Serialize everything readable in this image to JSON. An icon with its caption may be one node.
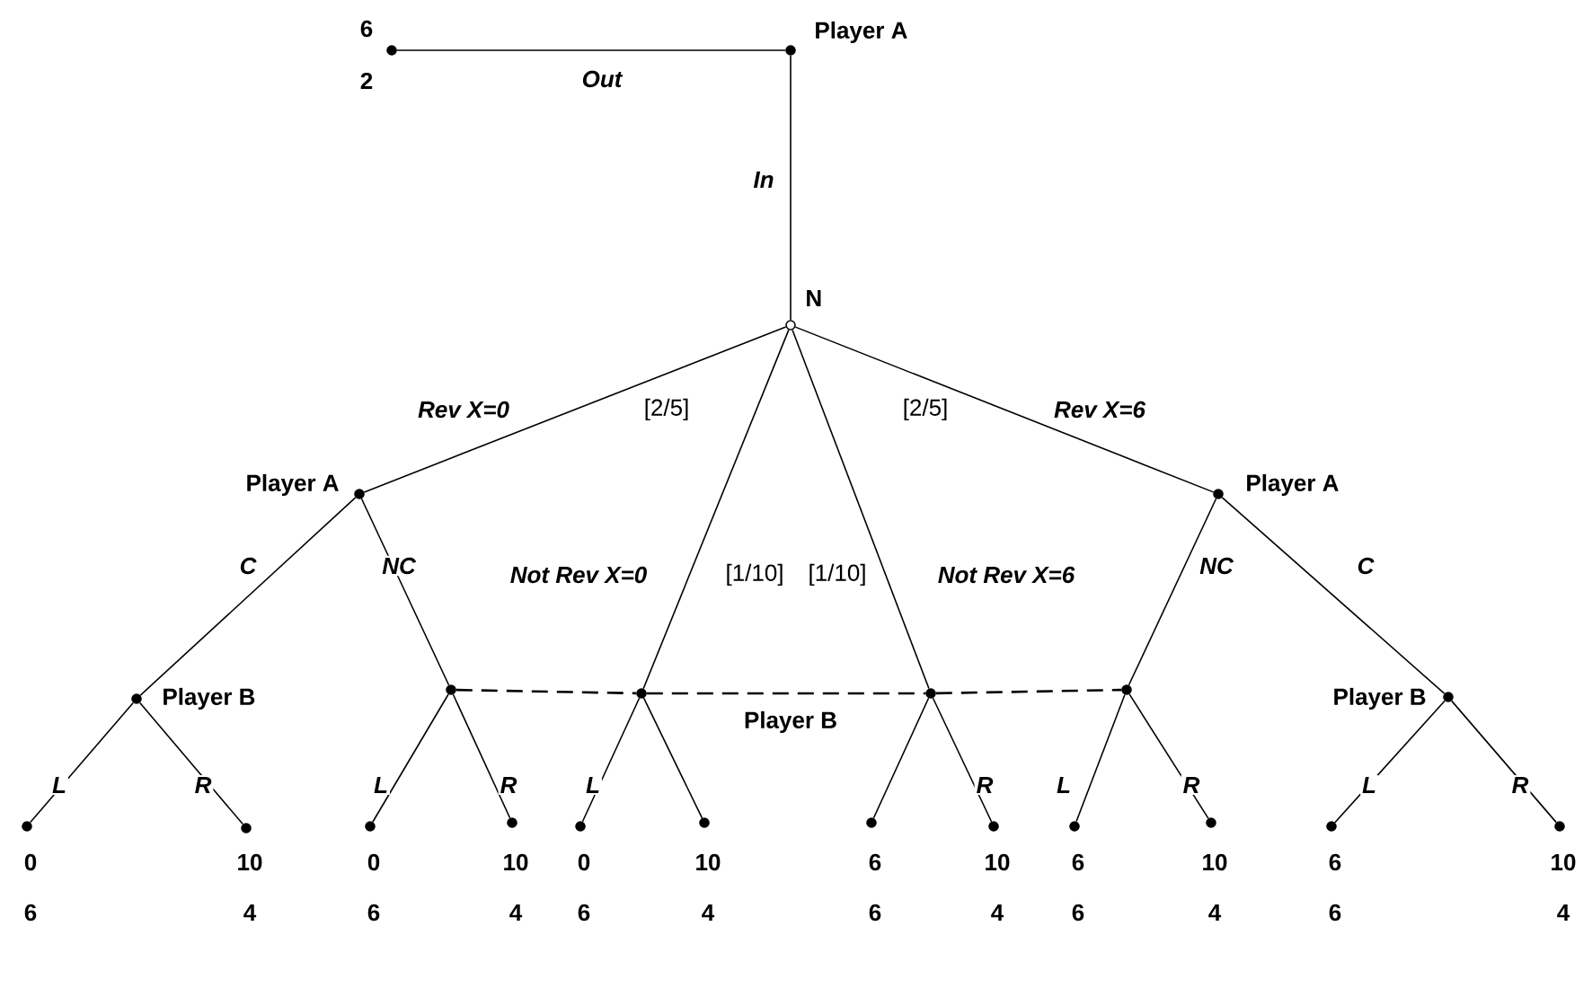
{
  "diagram": {
    "nodes": [
      {
        "text": [
          "Player A"
        ]
      },
      {
        "text": [
          "6",
          "2"
        ]
      },
      {
        "text": [
          "N"
        ]
      },
      {
        "text": [
          "Player A"
        ]
      },
      {
        "text": [
          "Player A"
        ]
      },
      {
        "text": [
          "Player B"
        ]
      },
      {
        "text": [],
        "shape": "circle"
      },
      {
        "text": [],
        "shape": "circle"
      },
      {
        "text": [],
        "shape": "circle"
      },
      {
        "text": [],
        "shape": "circle"
      },
      {
        "text": [
          "Player B"
        ]
      },
      {
        "text": [
          "0",
          "6"
        ]
      },
      {
        "text": [
          "10",
          "4"
        ]
      },
      {
        "text": [
          "0",
          "6"
        ]
      },
      {
        "text": [
          "10",
          "4"
        ]
      },
      {
        "text": [
          "0",
          "6"
        ]
      },
      {
        "text": [
          "10",
          "4"
        ]
      },
      {
        "text": [
          "6",
          "6"
        ]
      },
      {
        "text": [
          "10",
          "4"
        ]
      },
      {
        "text": [
          "6",
          "6"
        ]
      },
      {
        "text": [
          "10",
          "4"
        ]
      },
      {
        "text": [
          "6",
          "6"
        ]
      },
      {
        "text": [
          "10",
          "4"
        ]
      }
    ],
    "edges": [
      {
        "from": 0,
        "to": 1,
        "arrow": "none",
        "label": "Out"
      },
      {
        "from": 0,
        "to": 2,
        "arrow": "none",
        "label": "In"
      },
      {
        "from": 2,
        "to": 3,
        "arrow": "none",
        "label": "Rev X=0"
      },
      {
        "from": 2,
        "to": 7,
        "arrow": "none",
        "label": "Not Rev X=0"
      },
      {
        "from": 2,
        "to": 8,
        "arrow": "none",
        "label": "Not Rev X=6"
      },
      {
        "from": 2,
        "to": 4,
        "arrow": "none",
        "label": "Rev X=6"
      },
      {
        "from": 3,
        "to": 5,
        "arrow": "none",
        "label": "C"
      },
      {
        "from": 3,
        "to": 6,
        "arrow": "none",
        "label": "NC"
      },
      {
        "from": 4,
        "to": 9,
        "arrow": "none",
        "label": "NC"
      },
      {
        "from": 4,
        "to": 10,
        "arrow": "none",
        "label": "C"
      },
      {
        "from": 5,
        "to": 11,
        "arrow": "none",
        "label": "L"
      },
      {
        "from": 5,
        "to": 12,
        "arrow": "none",
        "label": "R"
      },
      {
        "from": 6,
        "to": 13,
        "arrow": "none",
        "label": "L"
      },
      {
        "from": 6,
        "to": 14,
        "arrow": "none",
        "label": "R"
      },
      {
        "from": 7,
        "to": 15,
        "arrow": "none",
        "label": "L"
      },
      {
        "from": 7,
        "to": 16,
        "arrow": "none"
      },
      {
        "from": 8,
        "to": 17,
        "arrow": "none"
      },
      {
        "from": 8,
        "to": 18,
        "arrow": "none",
        "label": "R"
      },
      {
        "from": 9,
        "to": 19,
        "arrow": "none",
        "label": "L"
      },
      {
        "from": 9,
        "to": 20,
        "arrow": "none",
        "label": "R"
      },
      {
        "from": 10,
        "to": 21,
        "arrow": "none",
        "label": "L"
      },
      {
        "from": 10,
        "to": 22,
        "arrow": "none",
        "label": "R"
      },
      {
        "from": 6,
        "to": 7,
        "arrow": "none",
        "style": "dashed"
      },
      {
        "from": 7,
        "to": 8,
        "arrow": "none",
        "style": "dashed"
      },
      {
        "from": 8,
        "to": 9,
        "arrow": "none",
        "style": "dashed"
      }
    ],
    "labels": [
      "[2/5]",
      "[2/5]",
      "[1/10]",
      "[1/10]",
      "Player B"
    ]
  }
}
